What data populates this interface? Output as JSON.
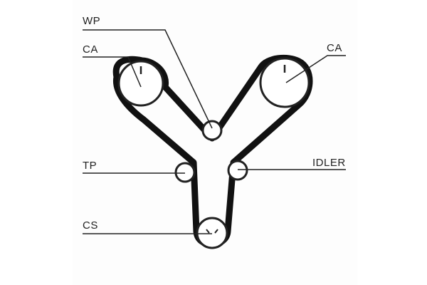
{
  "labels": {
    "wp": "WP",
    "ca_left": "CA",
    "ca_right": "CA",
    "tp": "TP",
    "idler": "IDLER",
    "cs": "CS"
  },
  "colors": {
    "belt": "#111111",
    "line": "#222222",
    "background": "#ffffff"
  }
}
